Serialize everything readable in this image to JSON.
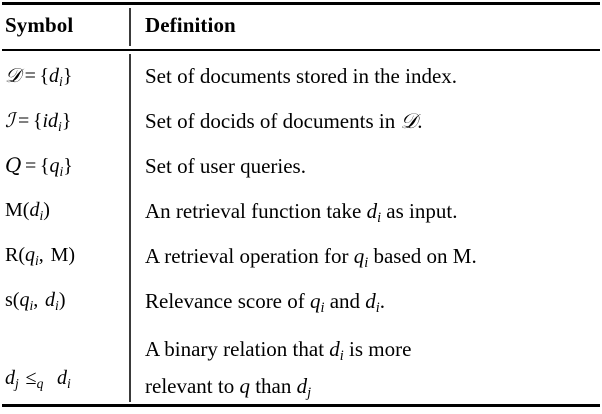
{
  "table": {
    "headers": {
      "symbol": "Symbol",
      "definition": "Definition"
    },
    "rows": [
      {
        "symbol_text": "ᴰ = {dᵢ}",
        "symbol_parts": {
          "base": "D",
          "style": "calligraphic",
          "relation": "=",
          "set": "{d_i}"
        },
        "definition_text": "Set of documents stored in the index.",
        "definition_lines": [
          "Set of documents stored in the index."
        ]
      },
      {
        "symbol_text": "ℐ = {idᵢ}",
        "symbol_parts": {
          "base": "I",
          "style": "calligraphic",
          "relation": "=",
          "set": "{id_i}"
        },
        "definition_text": "Set of docids of documents in 𝒟.",
        "definition_lines": [
          "Set of docids of documents in 𝒟."
        ]
      },
      {
        "symbol_text": "𝑄 = {qᵢ}",
        "symbol_parts": {
          "base": "Q",
          "style": "calligraphic",
          "relation": "=",
          "set": "{q_i}"
        },
        "definition_text": "Set of user queries.",
        "definition_lines": [
          "Set of user queries."
        ]
      },
      {
        "symbol_text": "M(dᵢ)",
        "symbol_parts": {
          "base": "M",
          "style": "upright",
          "args": "(d_i)"
        },
        "definition_text": "An retrieval function take dᵢ as input.",
        "definition_lines": [
          "An retrieval function take d_i as input."
        ]
      },
      {
        "symbol_text": "R(qᵢ, M)",
        "symbol_parts": {
          "base": "R",
          "style": "upright",
          "args": "(q_i, M)"
        },
        "definition_text": "A retrieval operation for qᵢ based on M.",
        "definition_lines": [
          "A retrieval operation for q_i based on M."
        ]
      },
      {
        "symbol_text": "s(qᵢ, dᵢ)",
        "symbol_parts": {
          "base": "s",
          "style": "upright",
          "args": "(q_i, d_i)"
        },
        "definition_text": "Relevance score of qᵢ and dᵢ.",
        "definition_lines": [
          "Relevance score of q_i and d_i."
        ]
      },
      {
        "symbol_text": "dⱼ ≤ᵠ dᵢ",
        "symbol_parts": {
          "left": "d_j",
          "relation": "≤_q",
          "right": "d_i",
          "style": "italic"
        },
        "definition_text": "A binary relation that dᵢ is more relevant to q than dⱼ",
        "definition_lines": [
          "A binary relation that d_i is more",
          "relevant to q than d_j"
        ]
      }
    ]
  },
  "text": {
    "set_of_documents_1": "Set of documents stored in the index.",
    "set_of_docids_pre": "Set of docids of documents in ",
    "set_of_docids_post": ".",
    "set_of_queries": "Set of user queries.",
    "retrieval_fn_pre": "An retrieval function take ",
    "retrieval_fn_post": " as input.",
    "retrieval_op_pre": "A retrieval operation for ",
    "retrieval_op_mid": " based on ",
    "retrieval_op_post": ".",
    "relevance_pre": "Relevance score of ",
    "relevance_mid": " and ",
    "relevance_post": ".",
    "binary_pre": "A binary relation that ",
    "binary_mid": " is more",
    "binary_line2_pre": "relevant to ",
    "binary_line2_mid": " than "
  },
  "glyphs": {
    "cal_D": "𝒟",
    "cal_I": "ℐ",
    "cal_Q": "𝑄",
    "equals": "=",
    "lbrace": "{",
    "rbrace": "}",
    "leq": "≤",
    "letter_d": "d",
    "letter_q": "q",
    "letter_i": "i",
    "letter_j": "j",
    "letter_M": "M",
    "letter_R": "R",
    "letter_s": "s",
    "letter_id": "id",
    "lparen": "(",
    "rparen": ")",
    "comma": ","
  },
  "colors": {
    "text": "#000000",
    "rule": "#000000",
    "divider": "#3a3a3a",
    "background": "#ffffff"
  }
}
